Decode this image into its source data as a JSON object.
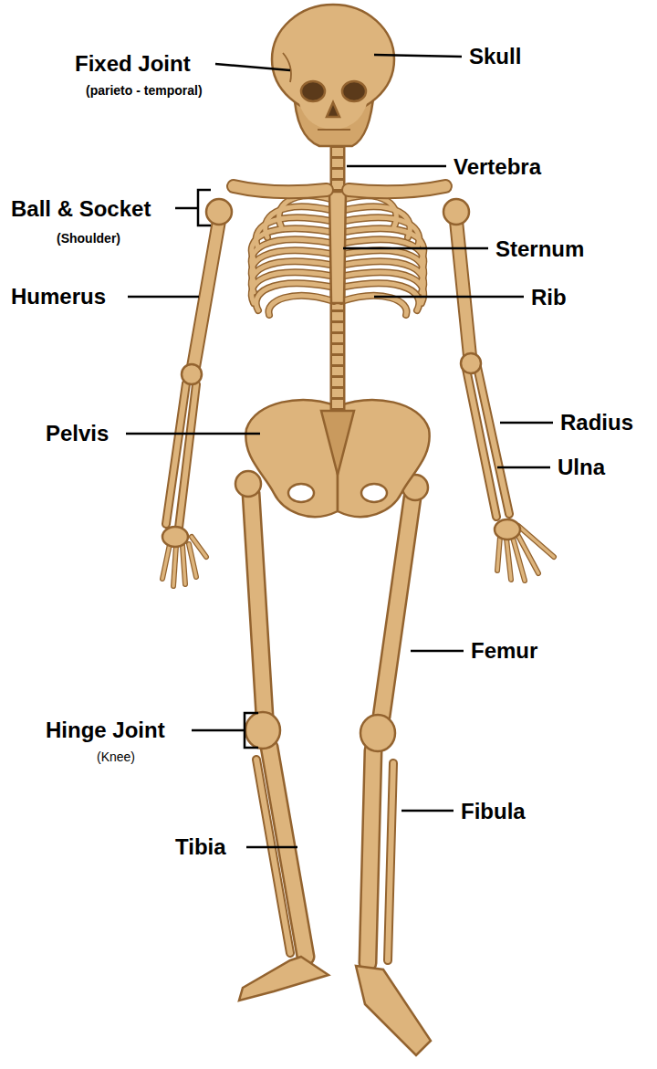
{
  "diagram": {
    "labels": [
      "Fixed Joint",
      "(parieto - temporal)",
      "Skull",
      "Vertebra",
      "Ball & Socket",
      "(Shoulder)",
      "Sternum",
      "Humerus",
      "Rib",
      "Radius",
      "Pelvis",
      "Ulna",
      "Femur",
      "Hinge Joint",
      "(Knee)",
      "Fibula",
      "Tibia"
    ]
  }
}
